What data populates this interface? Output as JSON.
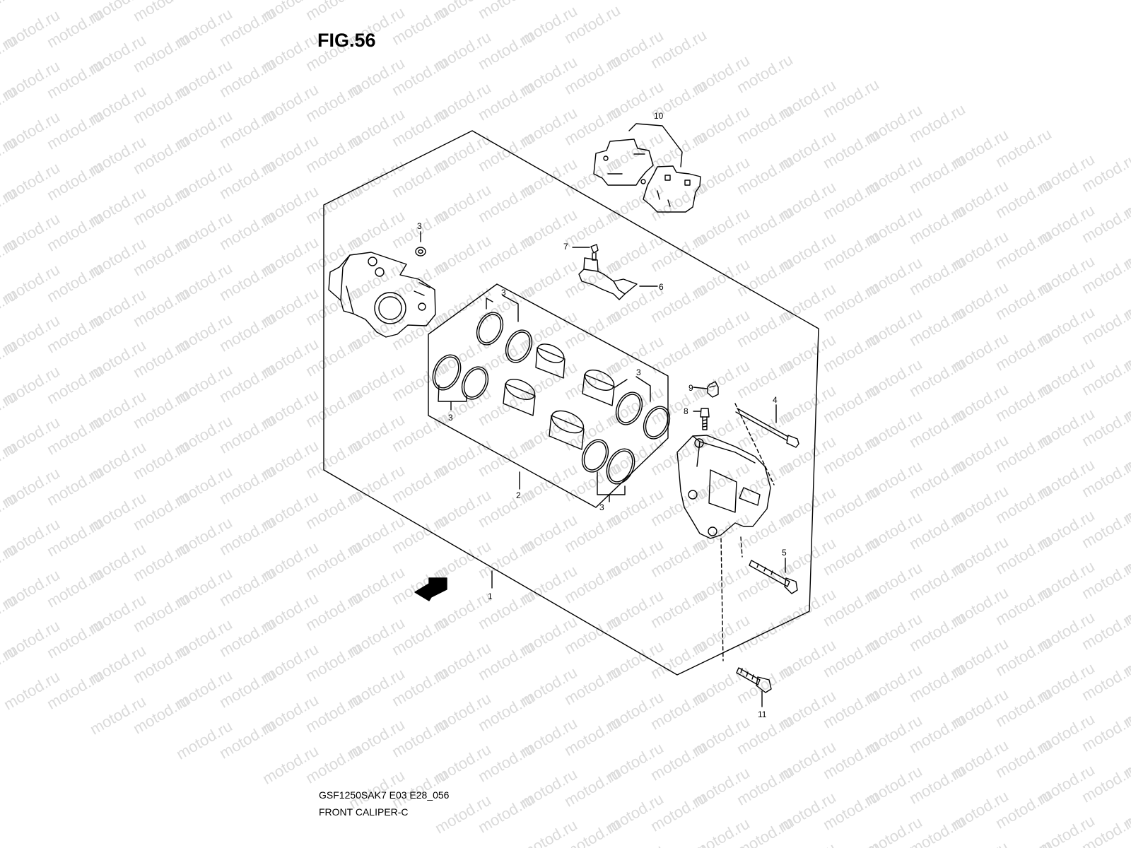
{
  "figure": {
    "title": "FIG.56",
    "model_code": "GSF1250SAK7 E03 E28_056",
    "assembly_name": "FRONT CALIPER-C",
    "watermark": "motod.ru",
    "direction_label": "FWD"
  },
  "callouts": [
    {
      "id": "c1",
      "number": "1",
      "part": "caliper assembly"
    },
    {
      "id": "c2",
      "number": "2",
      "part": "piston set"
    },
    {
      "id": "c3a",
      "number": "3",
      "part": "seal set"
    },
    {
      "id": "c3b",
      "number": "3",
      "part": "seal set"
    },
    {
      "id": "c3c",
      "number": "3",
      "part": "seal set"
    },
    {
      "id": "c3d",
      "number": "3",
      "part": "seal set"
    },
    {
      "id": "c3e",
      "number": "3",
      "part": "seal set"
    },
    {
      "id": "c4",
      "number": "4",
      "part": "pad pin"
    },
    {
      "id": "c5",
      "number": "5",
      "part": "caliper bolt"
    },
    {
      "id": "c6",
      "number": "6",
      "part": "pad spring"
    },
    {
      "id": "c7",
      "number": "7",
      "part": "screw"
    },
    {
      "id": "c8",
      "number": "8",
      "part": "bleeder valve"
    },
    {
      "id": "c9",
      "number": "9",
      "part": "bleeder cap"
    },
    {
      "id": "c10",
      "number": "10",
      "part": "brake pad set"
    },
    {
      "id": "c11",
      "number": "11",
      "part": "mounting bolt"
    }
  ]
}
